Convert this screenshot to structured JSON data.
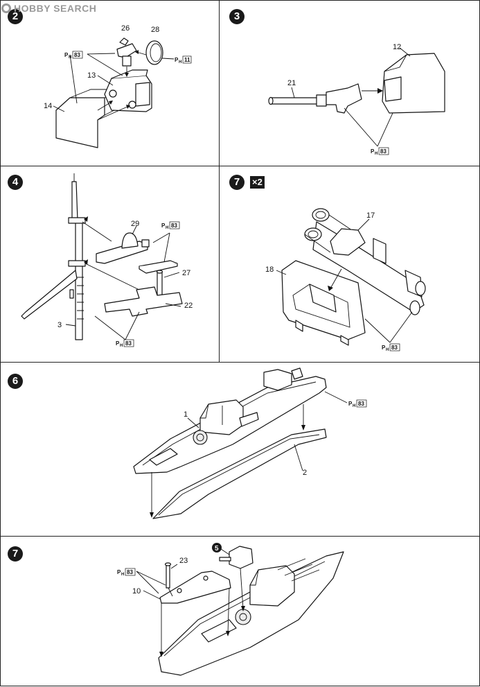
{
  "watermark": {
    "text": "HOBBY SEARCH"
  },
  "paint_code": {
    "prefix": "P",
    "sub": "H",
    "numbers": {
      "n83": "83",
      "n11": "11"
    }
  },
  "steps": {
    "s2": {
      "badge": "2",
      "labels": [
        "26",
        "28",
        "13",
        "14"
      ]
    },
    "s3": {
      "badge": "3",
      "labels": [
        "12",
        "21"
      ]
    },
    "s4": {
      "badge": "4",
      "labels": [
        "29",
        "27",
        "22",
        "3"
      ]
    },
    "s7a": {
      "badge": "7",
      "multiplier": "×2",
      "labels": [
        "17",
        "18"
      ]
    },
    "s6": {
      "badge": "6",
      "labels": [
        "1",
        "2"
      ]
    },
    "s7b": {
      "badge": "7",
      "labels": [
        "23",
        "5",
        "10"
      ]
    }
  }
}
